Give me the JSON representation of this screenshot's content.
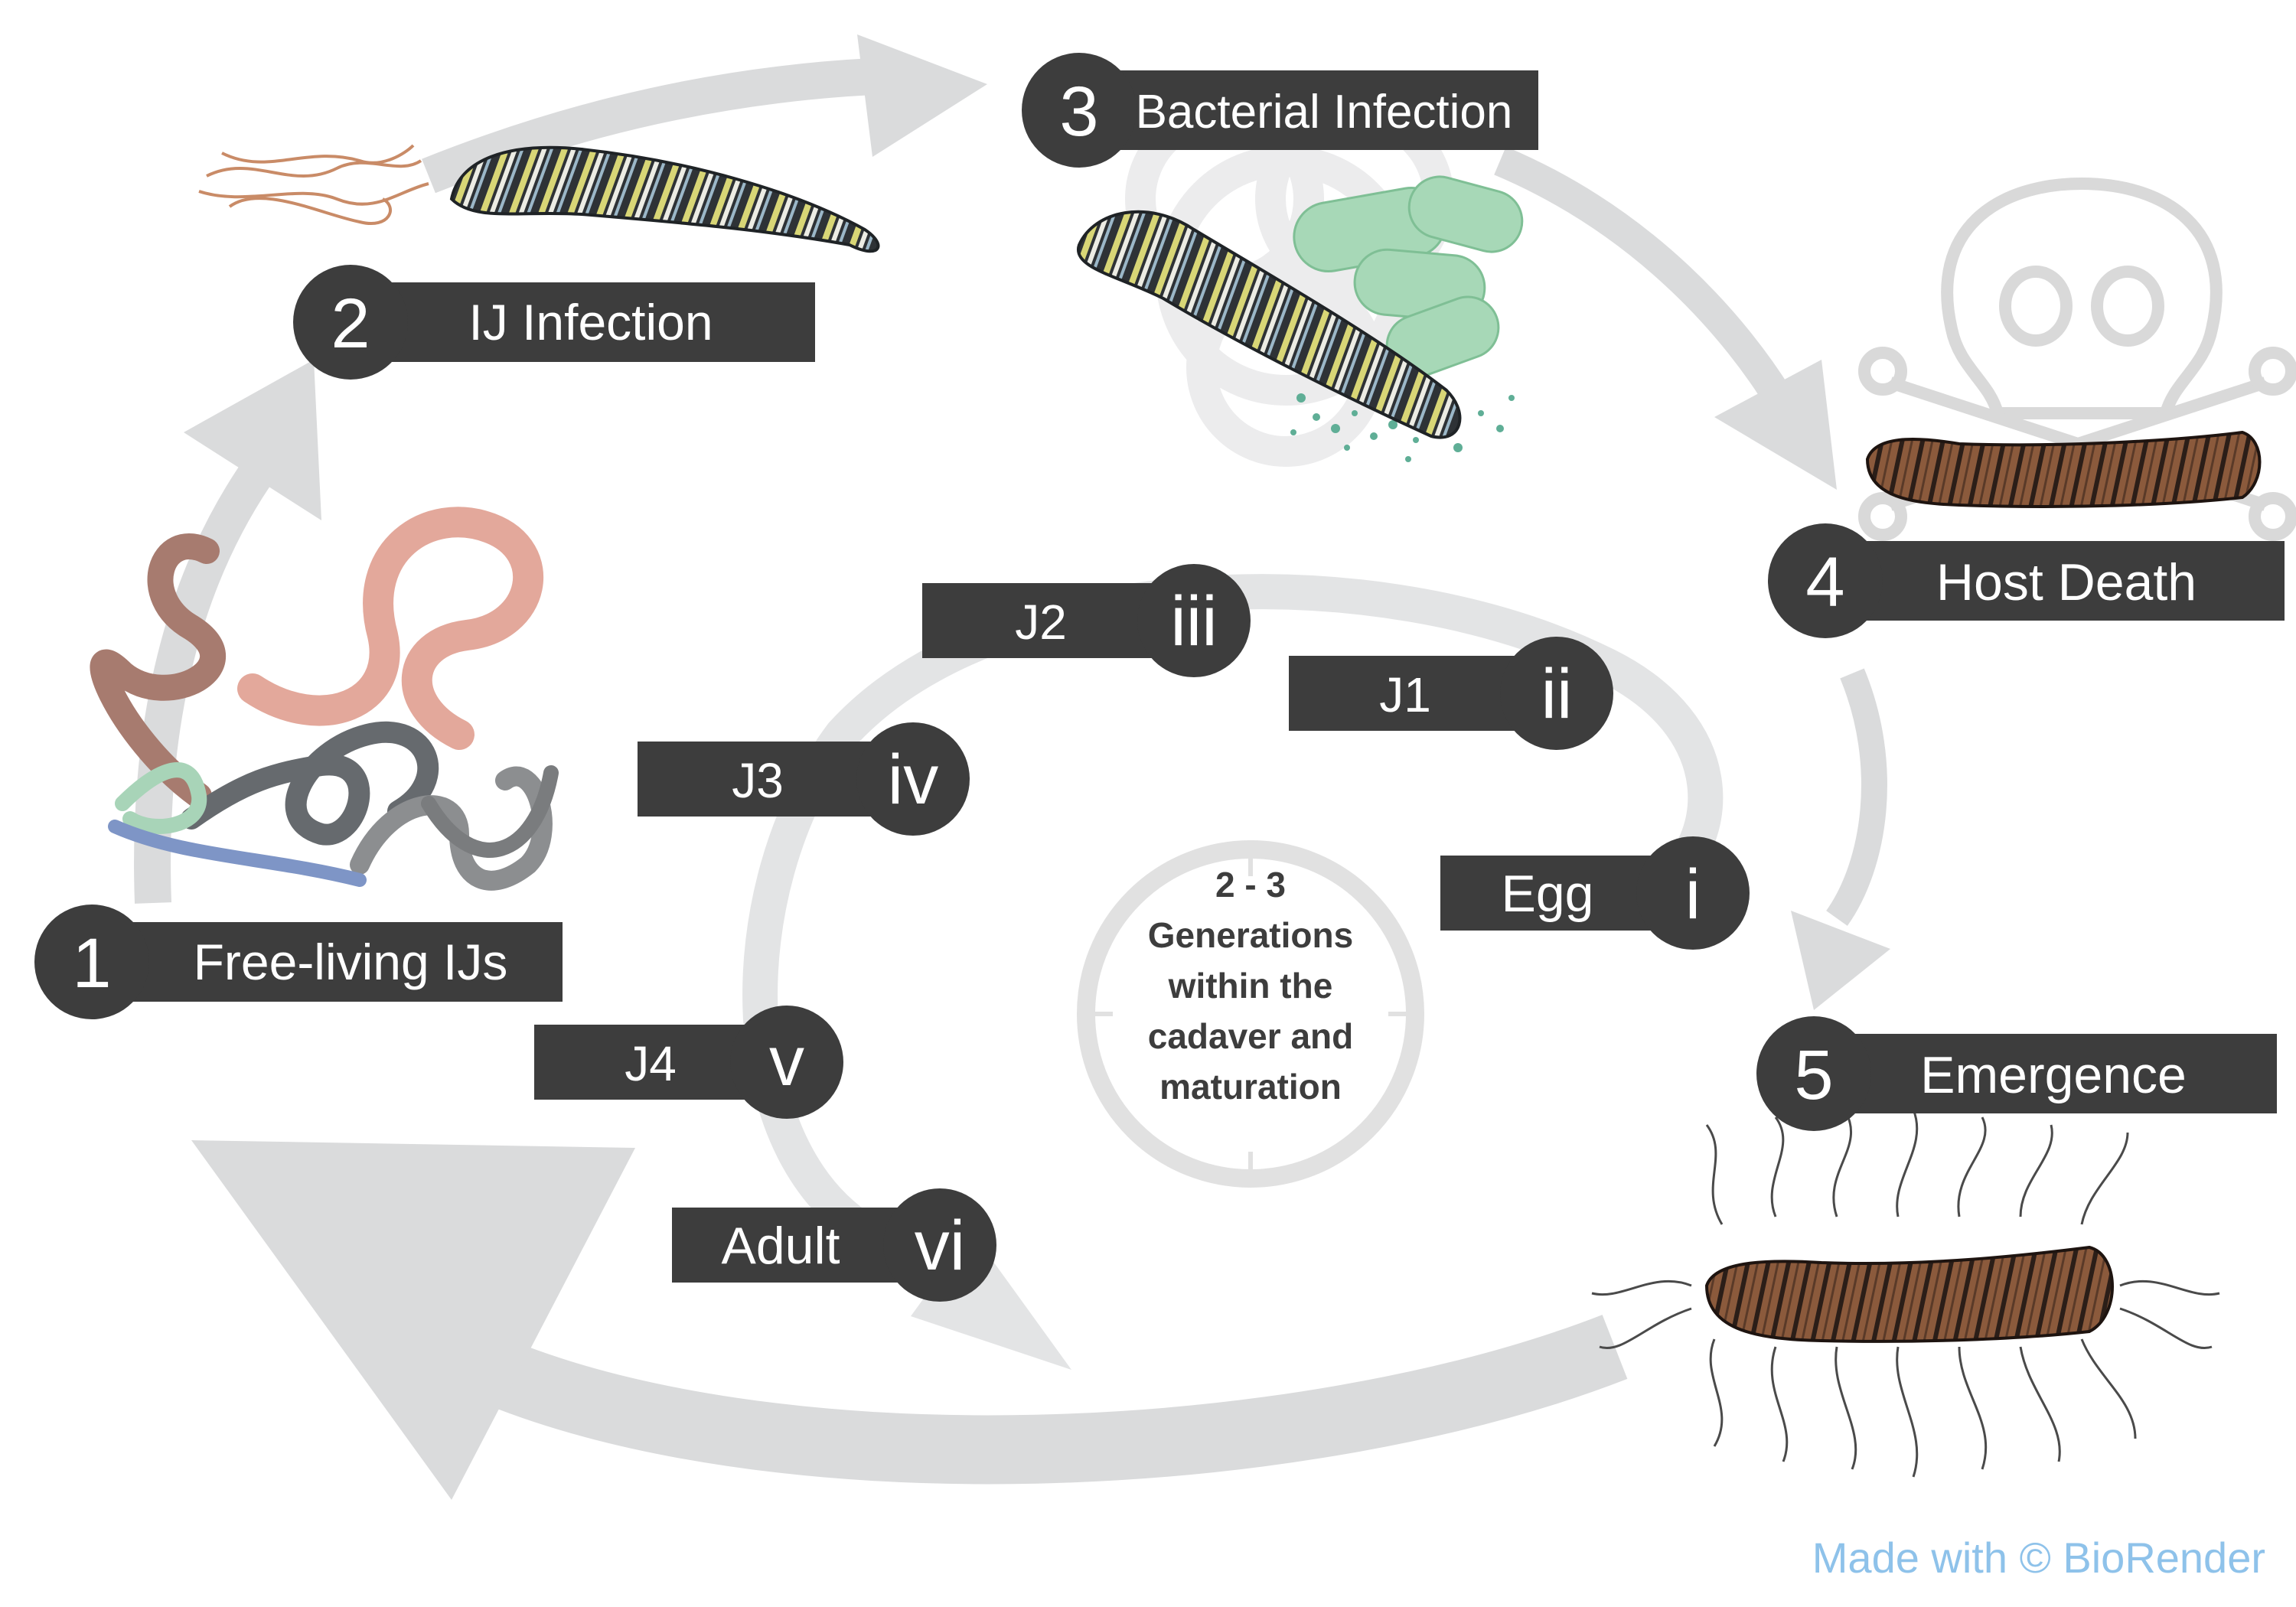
{
  "stages": [
    {
      "number": "1",
      "label": "Free-living IJs"
    },
    {
      "number": "2",
      "label": "IJ Infection"
    },
    {
      "number": "3",
      "label": "Bacterial Infection"
    },
    {
      "number": "4",
      "label": "Host Death"
    },
    {
      "number": "5",
      "label": "Emergence"
    }
  ],
  "inner_stages": [
    {
      "numeral": "i",
      "label": "Egg"
    },
    {
      "numeral": "ii",
      "label": "J1"
    },
    {
      "numeral": "iii",
      "label": "J2"
    },
    {
      "numeral": "iv",
      "label": "J3"
    },
    {
      "numeral": "v",
      "label": "J4"
    },
    {
      "numeral": "vi",
      "label": "Adult"
    }
  ],
  "center_note": {
    "line1": "2 - 3",
    "line2": "Generations",
    "line3": "within the",
    "line4": "cadaver and",
    "line5": "maturation"
  },
  "credit": "Made with © BioRender",
  "colors": {
    "label_box": "#3d3d3d",
    "label_text": "#ffffff",
    "arrow": "#dadbdc",
    "credit": "#8ec2ea",
    "bacteria": "#a7d8b7",
    "cadaver": "#8b5a3c",
    "caterpillar_stripe": "#d8d676"
  },
  "icons": [
    "nematode-worms-icon",
    "caterpillar-icon",
    "bacteria-icon",
    "skull-crossbones-icon",
    "cadaver-icon",
    "biohazard-icon",
    "timer-clock-icon"
  ]
}
